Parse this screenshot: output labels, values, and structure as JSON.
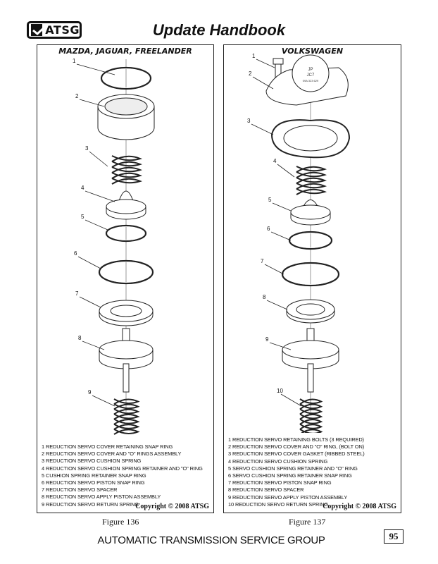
{
  "header": {
    "logo_text": "ATSG",
    "title": "Update Handbook"
  },
  "figures": [
    {
      "heading": "MAZDA, JAGUAR, FREELANDER",
      "caption": "Figure 136",
      "callouts": [
        "1",
        "2",
        "3",
        "4",
        "5",
        "6",
        "7",
        "8",
        "9"
      ],
      "legend": [
        "1  REDUCTION SERVO COVER RETAINING SNAP RING",
        "2  REDUCTION SERVO COVER AND \"O\" RINGS ASSEMBLY",
        "3  REDUCTION SERVO CUSHION SPRING",
        "4  REDUCTION SERVO CUSHION SPRING RETAINER AND \"O\" RING",
        "5  CUSHION SPRING RETAINER SNAP RING",
        "6  REDUCTION SERVO PISTON SNAP RING",
        "7  REDUCTION SERVO SPACER",
        "8  REDUCTION SERVO APPLY PISTON ASSEMBLY",
        "9  REDUCTION SERVO RETURN SPRING"
      ],
      "copyright": "Copyright © 2008 ATSG"
    },
    {
      "heading": "VOLKSWAGEN",
      "caption": "Figure 137",
      "callouts": [
        "1",
        "2",
        "3",
        "4",
        "5",
        "6",
        "7",
        "8",
        "9",
        "10"
      ],
      "cover_marking": [
        "JP",
        "JC7",
        "09A 323 629"
      ],
      "legend": [
        "1  REDUCTION SERVO RETAINING BOLTS  (3 REQUIRED)",
        "2  REDUCTION SERVO COVER AND \"O\" RING, (BOLT ON)",
        "3  REDUCTION SERVO COVER GASKET  (RIBBED STEEL)",
        "4  REDUCTION SERVO CUSHION SPRING",
        "5  SERVO CUSHION SPRING RETAINER AND \"O\" RING",
        "6  SERVO CUSHION SPRING RETAINER SNAP RING",
        "7  REDUCTION SERVO PISTON SNAP RING",
        "8  REDUCTION SERVO SPACER",
        "9  REDUCTION SERVO APPLY PISTON ASSEMBLY",
        "10  REDUCTION SERVO RETURN SPRING"
      ],
      "copyright": "Copyright © 2008 ATSG"
    }
  ],
  "footer": {
    "text": "AUTOMATIC TRANSMISSION SERVICE GROUP",
    "page_number": "95"
  }
}
